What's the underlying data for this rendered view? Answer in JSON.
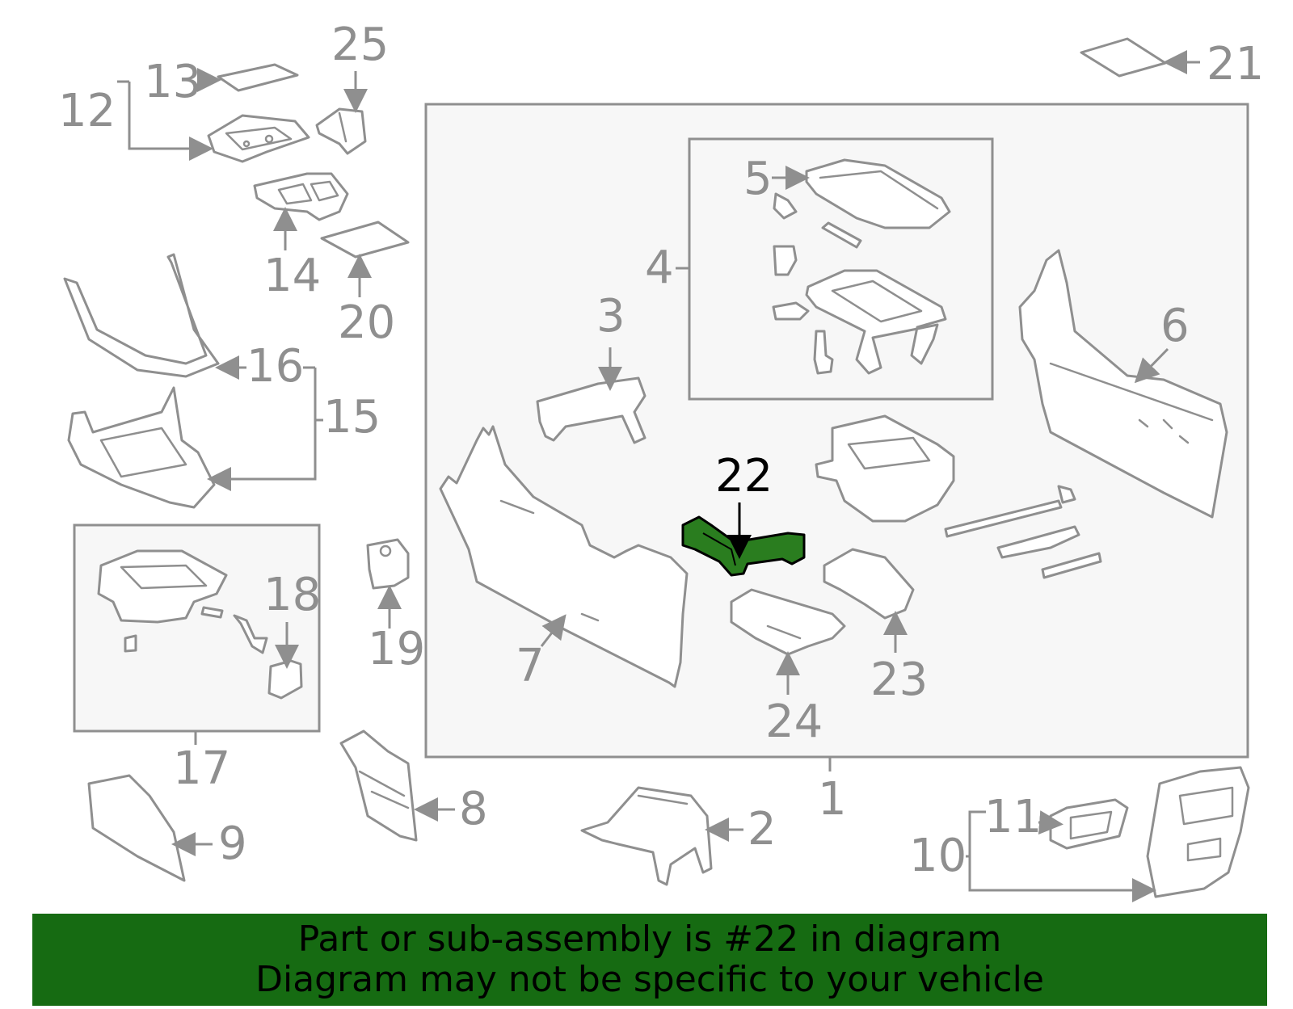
{
  "callouts": {
    "c1": "1",
    "c2": "2",
    "c3": "3",
    "c4": "4",
    "c5": "5",
    "c6": "6",
    "c7": "7",
    "c8": "8",
    "c9": "9",
    "c10": "10",
    "c11": "11",
    "c12": "12",
    "c13": "13",
    "c14": "14",
    "c15": "15",
    "c16": "16",
    "c17": "17",
    "c18": "18",
    "c19": "19",
    "c20": "20",
    "c21": "21",
    "c22": "22",
    "c23": "23",
    "c24": "24",
    "c25": "25"
  },
  "highlighted_part": "22",
  "colors": {
    "highlight": "#2a7d1f",
    "line_art": "#8f8f8f",
    "footer_background": "#166b12"
  },
  "footer": {
    "line1": "Part or sub-assembly is #22 in diagram",
    "line2": "Diagram may not be specific to your vehicle"
  }
}
